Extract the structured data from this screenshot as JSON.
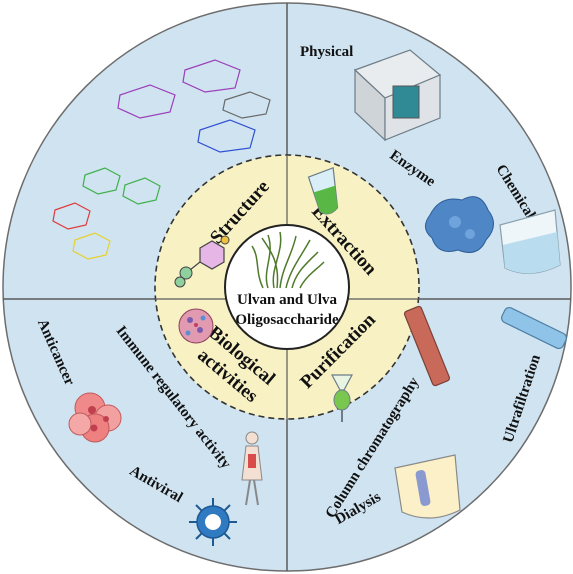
{
  "center": {
    "line1": "Ulvan and Ulva",
    "line2": "Oligosaccharide"
  },
  "inner_ring": {
    "structure": "Structure",
    "extraction": "Extraction",
    "biological_line1": "Biological",
    "biological_line2": "activities",
    "purification": "Purification"
  },
  "outer_ring": {
    "physical": "Physical",
    "enzyme": "Enzyme",
    "chemical": "Chemical",
    "anticancer": "Anticancer",
    "immune": "Immune regulatory activity",
    "antiviral": "Antiviral",
    "column": "Column chromatography",
    "ultrafiltration": "Ultrafiltration",
    "dialysis": "Dialysis"
  },
  "colors": {
    "outer_fill": "#cfe3f1",
    "inner_fill": "#f7f1c4",
    "divider": "#5a5a5a",
    "dash": "#333333"
  },
  "icons": [
    "seaweed-icon",
    "molecule-icon",
    "beaker-icon",
    "cell-icon",
    "column-tube-icon",
    "separatory-funnel-icon",
    "freeze-dryer-icon",
    "enzyme-icon",
    "flask-icon",
    "cancer-cells-icon",
    "human-body-icon",
    "virus-icon",
    "centrifuge-tube-icon",
    "dialysis-beaker-icon"
  ]
}
